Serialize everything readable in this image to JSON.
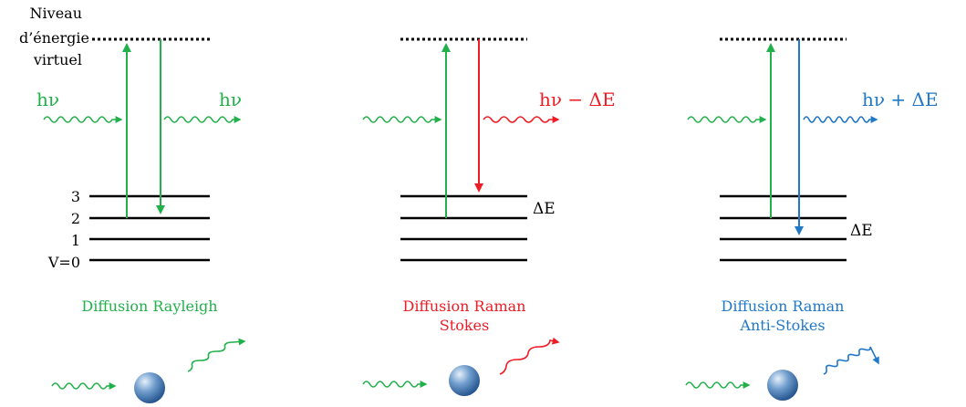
{
  "virtual_level_label": [
    "Niveau",
    "d’énergie",
    "virtuel"
  ],
  "level_labels": [
    "3",
    "2",
    "1",
    "V=0"
  ],
  "photon_label": "hν",
  "stokes_out_label": "hν − ΔE",
  "antistokes_out_label": "hν + ΔE",
  "delta_e_label": "ΔE",
  "rayleigh_title": "Diffusion Rayleigh",
  "stokes_title": [
    "Diffusion Raman",
    "Stokes"
  ],
  "antistokes_title": [
    "Diffusion Raman",
    "Anti-Stokes"
  ],
  "colors": {
    "green": "#22b04b",
    "red": "#ee1c24",
    "blue": "#1f78c8",
    "black": "#000000"
  }
}
